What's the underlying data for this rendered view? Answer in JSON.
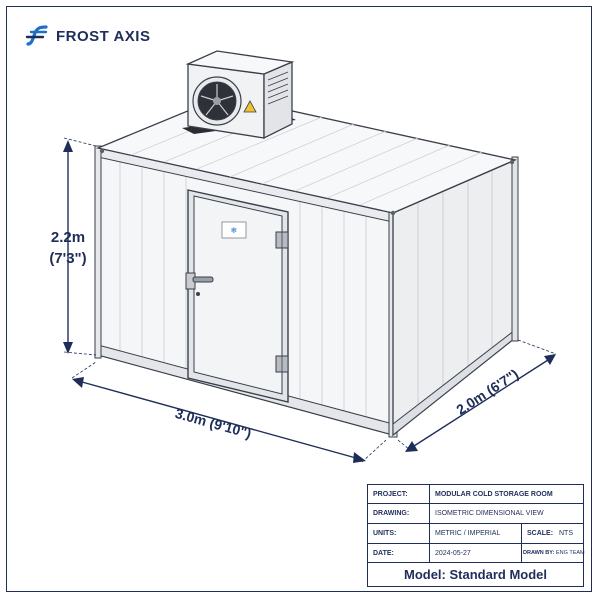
{
  "brand": {
    "name": "FROST AXIS",
    "logo_color": "#1f6fc8"
  },
  "dimensions": {
    "height": {
      "metric": "2.2m",
      "imperial": "(7'3\")"
    },
    "length": {
      "label": "3.0m (9'10\")"
    },
    "depth": {
      "label": "2.0m (6'7\")"
    }
  },
  "door_badge": {
    "icon": "snowflake-icon"
  },
  "title_block": {
    "project": {
      "key": "PROJECT:",
      "value": "MODULAR COLD STORAGE ROOM"
    },
    "drawing": {
      "key": "DRAWING:",
      "value": "ISOMETRIC DIMENSIONAL VIEW"
    },
    "units": {
      "key": "UNITS:",
      "value": "METRIC / IMPERIAL"
    },
    "scale": {
      "key": "SCALE:",
      "value": "NTS"
    },
    "date": {
      "key": "DATE:",
      "value": "2024-05-27"
    },
    "drawn_by": {
      "key": "DRAWN BY:",
      "value": "ENG TEAM"
    },
    "model": {
      "key": "Model:",
      "value": "Standard Model"
    }
  },
  "colors": {
    "ink": "#1f2d5a",
    "line": "#3a3f4a",
    "panel": "#f5f6f7"
  }
}
